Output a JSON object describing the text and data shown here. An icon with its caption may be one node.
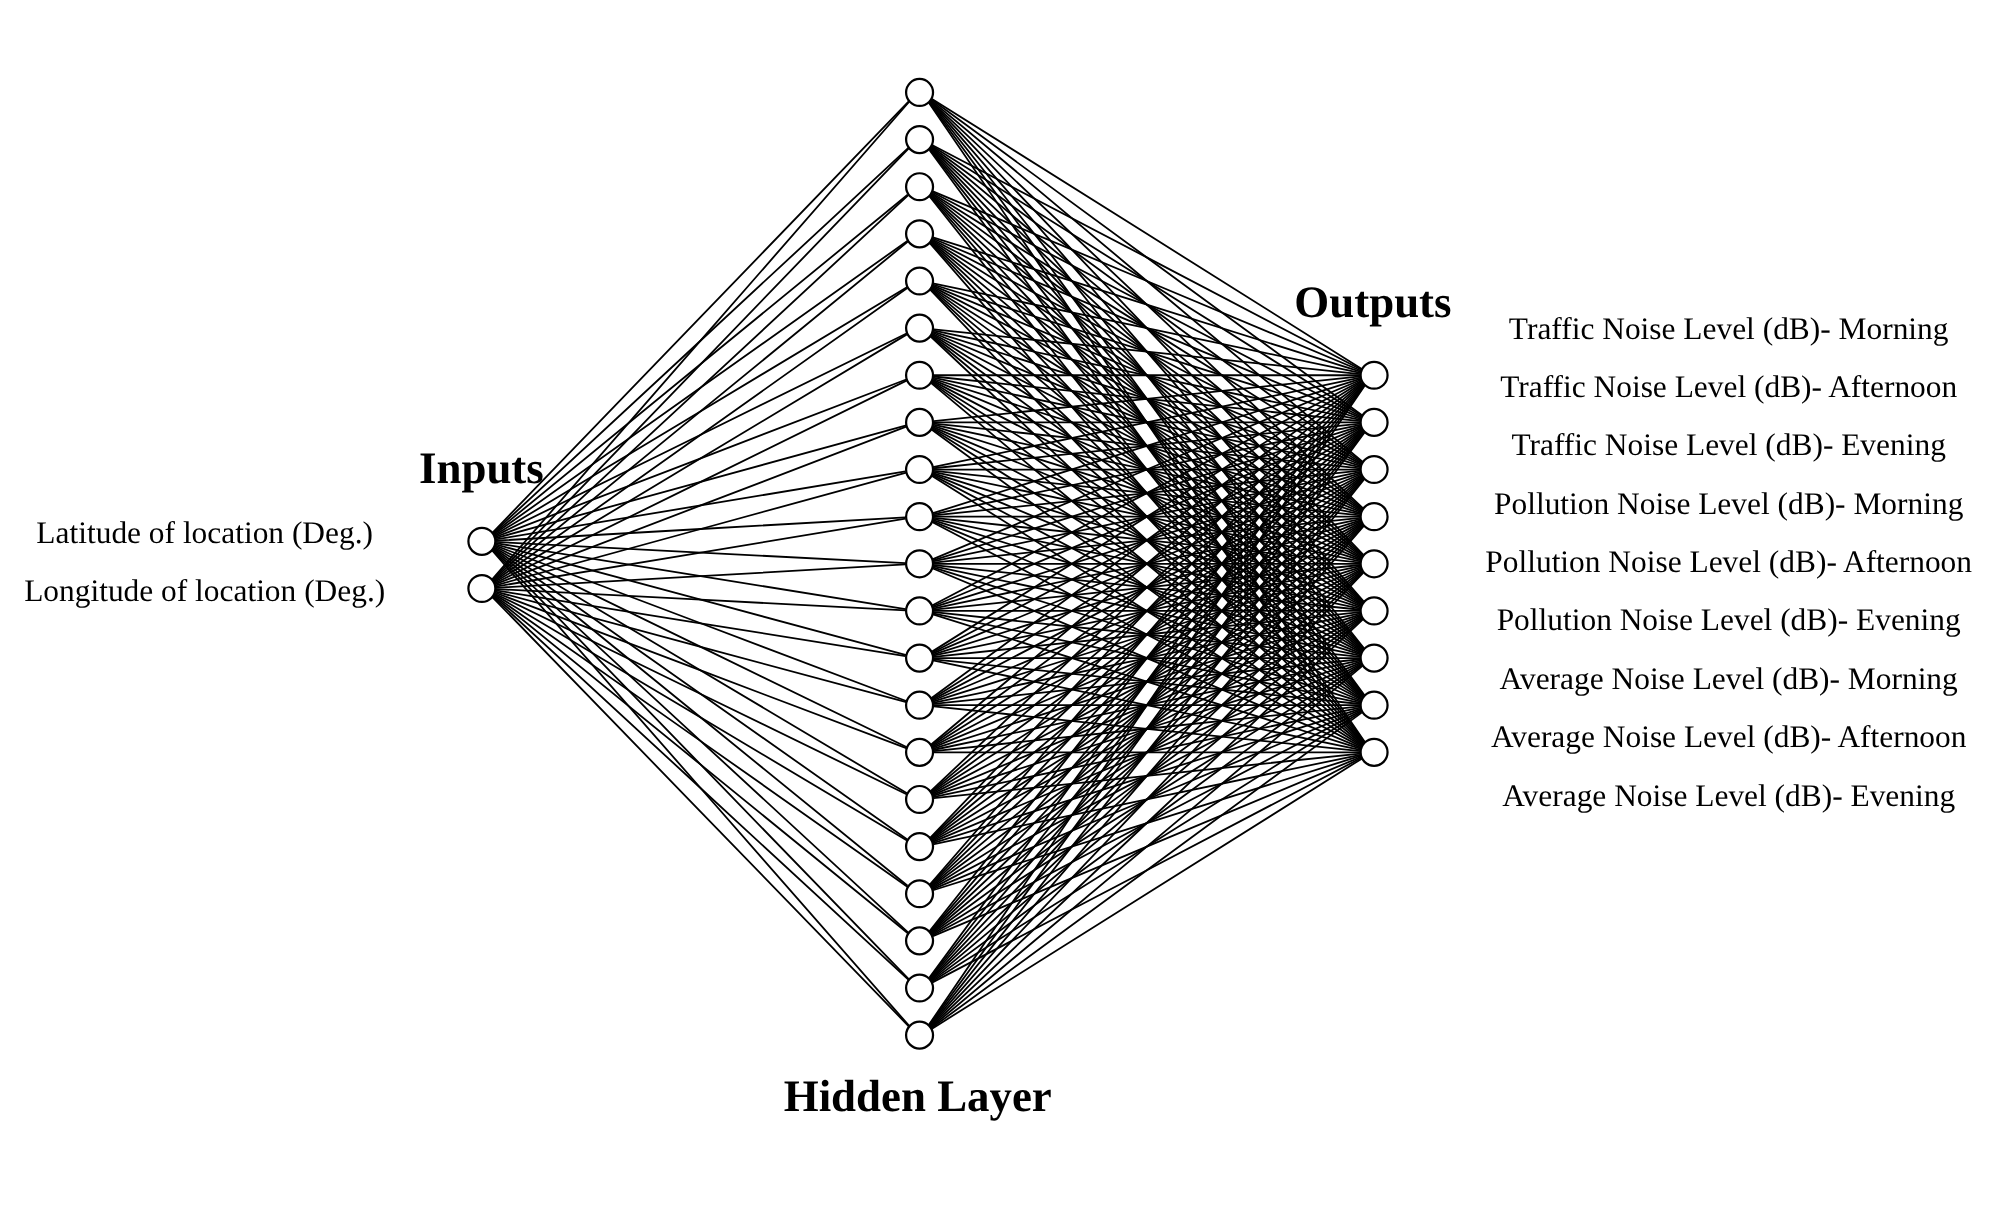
{
  "diagram": {
    "nodes": [
      {
        "text": [],
        "shape": "circle",
        "beside": [
          "Latitude of location (Deg.)"
        ]
      },
      {
        "text": [],
        "shape": "circle",
        "beside": [
          "Longitude of location (Deg.)"
        ]
      },
      {
        "text": [],
        "shape": "circle"
      },
      {
        "text": [],
        "shape": "circle"
      },
      {
        "text": [],
        "shape": "circle"
      },
      {
        "text": [],
        "shape": "circle"
      },
      {
        "text": [],
        "shape": "circle"
      },
      {
        "text": [],
        "shape": "circle"
      },
      {
        "text": [],
        "shape": "circle"
      },
      {
        "text": [],
        "shape": "circle"
      },
      {
        "text": [],
        "shape": "circle"
      },
      {
        "text": [],
        "shape": "circle"
      },
      {
        "text": [],
        "shape": "circle"
      },
      {
        "text": [],
        "shape": "circle"
      },
      {
        "text": [],
        "shape": "circle"
      },
      {
        "text": [],
        "shape": "circle"
      },
      {
        "text": [],
        "shape": "circle"
      },
      {
        "text": [],
        "shape": "circle"
      },
      {
        "text": [],
        "shape": "circle"
      },
      {
        "text": [],
        "shape": "circle"
      },
      {
        "text": [],
        "shape": "circle"
      },
      {
        "text": [],
        "shape": "circle"
      },
      {
        "text": [],
        "shape": "circle"
      },
      {
        "text": [],
        "shape": "circle",
        "beside": [
          "Traffic Noise Level (dB)- Morning"
        ]
      },
      {
        "text": [],
        "shape": "circle",
        "beside": [
          "Traffic Noise Level (dB)- Afternoon"
        ]
      },
      {
        "text": [],
        "shape": "circle",
        "beside": [
          "Traffic Noise Level (dB)- Evening"
        ]
      },
      {
        "text": [],
        "shape": "circle",
        "beside": [
          "Pollution Noise Level (dB)- Morning"
        ]
      },
      {
        "text": [],
        "shape": "circle",
        "beside": [
          "Pollution Noise Level (dB)- Afternoon"
        ]
      },
      {
        "text": [],
        "shape": "circle",
        "beside": [
          "Pollution Noise Level (dB)- Evening"
        ]
      },
      {
        "text": [],
        "shape": "circle",
        "beside": [
          "Average Noise Level (dB)- Morning"
        ]
      },
      {
        "text": [],
        "shape": "circle",
        "beside": [
          "Average Noise Level (dB)- Afternoon"
        ]
      },
      {
        "text": [],
        "shape": "circle",
        "beside": [
          "Average Noise Level (dB)- Evening"
        ]
      }
    ],
    "edges": [
      {
        "from": 0,
        "to": 2,
        "arrow": "none"
      },
      {
        "from": 0,
        "to": 3,
        "arrow": "none"
      },
      {
        "from": 0,
        "to": 4,
        "arrow": "none"
      },
      {
        "from": 0,
        "to": 5,
        "arrow": "none"
      },
      {
        "from": 0,
        "to": 6,
        "arrow": "none"
      },
      {
        "from": 0,
        "to": 7,
        "arrow": "none"
      },
      {
        "from": 0,
        "to": 8,
        "arrow": "none"
      },
      {
        "from": 0,
        "to": 9,
        "arrow": "none"
      },
      {
        "from": 0,
        "to": 10,
        "arrow": "none"
      },
      {
        "from": 0,
        "to": 11,
        "arrow": "none"
      },
      {
        "from": 0,
        "to": 12,
        "arrow": "none"
      },
      {
        "from": 0,
        "to": 13,
        "arrow": "none"
      },
      {
        "from": 0,
        "to": 14,
        "arrow": "none"
      },
      {
        "from": 0,
        "to": 15,
        "arrow": "none"
      },
      {
        "from": 0,
        "to": 16,
        "arrow": "none"
      },
      {
        "from": 0,
        "to": 17,
        "arrow": "none"
      },
      {
        "from": 0,
        "to": 18,
        "arrow": "none"
      },
      {
        "from": 0,
        "to": 19,
        "arrow": "none"
      },
      {
        "from": 0,
        "to": 20,
        "arrow": "none"
      },
      {
        "from": 0,
        "to": 21,
        "arrow": "none"
      },
      {
        "from": 0,
        "to": 22,
        "arrow": "none"
      },
      {
        "from": 1,
        "to": 2,
        "arrow": "none"
      },
      {
        "from": 1,
        "to": 3,
        "arrow": "none"
      },
      {
        "from": 1,
        "to": 4,
        "arrow": "none"
      },
      {
        "from": 1,
        "to": 5,
        "arrow": "none"
      },
      {
        "from": 1,
        "to": 6,
        "arrow": "none"
      },
      {
        "from": 1,
        "to": 7,
        "arrow": "none"
      },
      {
        "from": 1,
        "to": 8,
        "arrow": "none"
      },
      {
        "from": 1,
        "to": 9,
        "arrow": "none"
      },
      {
        "from": 1,
        "to": 10,
        "arrow": "none"
      },
      {
        "from": 1,
        "to": 11,
        "arrow": "none"
      },
      {
        "from": 1,
        "to": 12,
        "arrow": "none"
      },
      {
        "from": 1,
        "to": 13,
        "arrow": "none"
      },
      {
        "from": 1,
        "to": 14,
        "arrow": "none"
      },
      {
        "from": 1,
        "to": 15,
        "arrow": "none"
      },
      {
        "from": 1,
        "to": 16,
        "arrow": "none"
      },
      {
        "from": 1,
        "to": 17,
        "arrow": "none"
      },
      {
        "from": 1,
        "to": 18,
        "arrow": "none"
      },
      {
        "from": 1,
        "to": 19,
        "arrow": "none"
      },
      {
        "from": 1,
        "to": 20,
        "arrow": "none"
      },
      {
        "from": 1,
        "to": 21,
        "arrow": "none"
      },
      {
        "from": 1,
        "to": 22,
        "arrow": "none"
      },
      {
        "from": 2,
        "to": 23,
        "arrow": "none"
      },
      {
        "from": 2,
        "to": 24,
        "arrow": "none"
      },
      {
        "from": 2,
        "to": 25,
        "arrow": "none"
      },
      {
        "from": 2,
        "to": 26,
        "arrow": "none"
      },
      {
        "from": 2,
        "to": 27,
        "arrow": "none"
      },
      {
        "from": 2,
        "to": 28,
        "arrow": "none"
      },
      {
        "from": 2,
        "to": 29,
        "arrow": "none"
      },
      {
        "from": 2,
        "to": 30,
        "arrow": "none"
      },
      {
        "from": 2,
        "to": 31,
        "arrow": "none"
      },
      {
        "from": 3,
        "to": 23,
        "arrow": "none"
      },
      {
        "from": 3,
        "to": 24,
        "arrow": "none"
      },
      {
        "from": 3,
        "to": 25,
        "arrow": "none"
      },
      {
        "from": 3,
        "to": 26,
        "arrow": "none"
      },
      {
        "from": 3,
        "to": 27,
        "arrow": "none"
      },
      {
        "from": 3,
        "to": 28,
        "arrow": "none"
      },
      {
        "from": 3,
        "to": 29,
        "arrow": "none"
      },
      {
        "from": 3,
        "to": 30,
        "arrow": "none"
      },
      {
        "from": 3,
        "to": 31,
        "arrow": "none"
      },
      {
        "from": 4,
        "to": 23,
        "arrow": "none"
      },
      {
        "from": 4,
        "to": 24,
        "arrow": "none"
      },
      {
        "from": 4,
        "to": 25,
        "arrow": "none"
      },
      {
        "from": 4,
        "to": 26,
        "arrow": "none"
      },
      {
        "from": 4,
        "to": 27,
        "arrow": "none"
      },
      {
        "from": 4,
        "to": 28,
        "arrow": "none"
      },
      {
        "from": 4,
        "to": 29,
        "arrow": "none"
      },
      {
        "from": 4,
        "to": 30,
        "arrow": "none"
      },
      {
        "from": 4,
        "to": 31,
        "arrow": "none"
      },
      {
        "from": 5,
        "to": 23,
        "arrow": "none"
      },
      {
        "from": 5,
        "to": 24,
        "arrow": "none"
      },
      {
        "from": 5,
        "to": 25,
        "arrow": "none"
      },
      {
        "from": 5,
        "to": 26,
        "arrow": "none"
      },
      {
        "from": 5,
        "to": 27,
        "arrow": "none"
      },
      {
        "from": 5,
        "to": 28,
        "arrow": "none"
      },
      {
        "from": 5,
        "to": 29,
        "arrow": "none"
      },
      {
        "from": 5,
        "to": 30,
        "arrow": "none"
      },
      {
        "from": 5,
        "to": 31,
        "arrow": "none"
      },
      {
        "from": 6,
        "to": 23,
        "arrow": "none"
      },
      {
        "from": 6,
        "to": 24,
        "arrow": "none"
      },
      {
        "from": 6,
        "to": 25,
        "arrow": "none"
      },
      {
        "from": 6,
        "to": 26,
        "arrow": "none"
      },
      {
        "from": 6,
        "to": 27,
        "arrow": "none"
      },
      {
        "from": 6,
        "to": 28,
        "arrow": "none"
      },
      {
        "from": 6,
        "to": 29,
        "arrow": "none"
      },
      {
        "from": 6,
        "to": 30,
        "arrow": "none"
      },
      {
        "from": 6,
        "to": 31,
        "arrow": "none"
      },
      {
        "from": 7,
        "to": 23,
        "arrow": "none"
      },
      {
        "from": 7,
        "to": 24,
        "arrow": "none"
      },
      {
        "from": 7,
        "to": 25,
        "arrow": "none"
      },
      {
        "from": 7,
        "to": 26,
        "arrow": "none"
      },
      {
        "from": 7,
        "to": 27,
        "arrow": "none"
      },
      {
        "from": 7,
        "to": 28,
        "arrow": "none"
      },
      {
        "from": 7,
        "to": 29,
        "arrow": "none"
      },
      {
        "from": 7,
        "to": 30,
        "arrow": "none"
      },
      {
        "from": 7,
        "to": 31,
        "arrow": "none"
      },
      {
        "from": 8,
        "to": 23,
        "arrow": "none"
      },
      {
        "from": 8,
        "to": 24,
        "arrow": "none"
      },
      {
        "from": 8,
        "to": 25,
        "arrow": "none"
      },
      {
        "from": 8,
        "to": 26,
        "arrow": "none"
      },
      {
        "from": 8,
        "to": 27,
        "arrow": "none"
      },
      {
        "from": 8,
        "to": 28,
        "arrow": "none"
      },
      {
        "from": 8,
        "to": 29,
        "arrow": "none"
      },
      {
        "from": 8,
        "to": 30,
        "arrow": "none"
      },
      {
        "from": 8,
        "to": 31,
        "arrow": "none"
      },
      {
        "from": 9,
        "to": 23,
        "arrow": "none"
      },
      {
        "from": 9,
        "to": 24,
        "arrow": "none"
      },
      {
        "from": 9,
        "to": 25,
        "arrow": "none"
      },
      {
        "from": 9,
        "to": 26,
        "arrow": "none"
      },
      {
        "from": 9,
        "to": 27,
        "arrow": "none"
      },
      {
        "from": 9,
        "to": 28,
        "arrow": "none"
      },
      {
        "from": 9,
        "to": 29,
        "arrow": "none"
      },
      {
        "from": 9,
        "to": 30,
        "arrow": "none"
      },
      {
        "from": 9,
        "to": 31,
        "arrow": "none"
      },
      {
        "from": 10,
        "to": 23,
        "arrow": "none"
      },
      {
        "from": 10,
        "to": 24,
        "arrow": "none"
      },
      {
        "from": 10,
        "to": 25,
        "arrow": "none"
      },
      {
        "from": 10,
        "to": 26,
        "arrow": "none"
      },
      {
        "from": 10,
        "to": 27,
        "arrow": "none"
      },
      {
        "from": 10,
        "to": 28,
        "arrow": "none"
      },
      {
        "from": 10,
        "to": 29,
        "arrow": "none"
      },
      {
        "from": 10,
        "to": 30,
        "arrow": "none"
      },
      {
        "from": 10,
        "to": 31,
        "arrow": "none"
      },
      {
        "from": 11,
        "to": 23,
        "arrow": "none"
      },
      {
        "from": 11,
        "to": 24,
        "arrow": "none"
      },
      {
        "from": 11,
        "to": 25,
        "arrow": "none"
      },
      {
        "from": 11,
        "to": 26,
        "arrow": "none"
      },
      {
        "from": 11,
        "to": 27,
        "arrow": "none"
      },
      {
        "from": 11,
        "to": 28,
        "arrow": "none"
      },
      {
        "from": 11,
        "to": 29,
        "arrow": "none"
      },
      {
        "from": 11,
        "to": 30,
        "arrow": "none"
      },
      {
        "from": 11,
        "to": 31,
        "arrow": "none"
      },
      {
        "from": 12,
        "to": 23,
        "arrow": "none"
      },
      {
        "from": 12,
        "to": 24,
        "arrow": "none"
      },
      {
        "from": 12,
        "to": 25,
        "arrow": "none"
      },
      {
        "from": 12,
        "to": 26,
        "arrow": "none"
      },
      {
        "from": 12,
        "to": 27,
        "arrow": "none"
      },
      {
        "from": 12,
        "to": 28,
        "arrow": "none"
      },
      {
        "from": 12,
        "to": 29,
        "arrow": "none"
      },
      {
        "from": 12,
        "to": 30,
        "arrow": "none"
      },
      {
        "from": 12,
        "to": 31,
        "arrow": "none"
      },
      {
        "from": 13,
        "to": 23,
        "arrow": "none"
      },
      {
        "from": 13,
        "to": 24,
        "arrow": "none"
      },
      {
        "from": 13,
        "to": 25,
        "arrow": "none"
      },
      {
        "from": 13,
        "to": 26,
        "arrow": "none"
      },
      {
        "from": 13,
        "to": 27,
        "arrow": "none"
      },
      {
        "from": 13,
        "to": 28,
        "arrow": "none"
      },
      {
        "from": 13,
        "to": 29,
        "arrow": "none"
      },
      {
        "from": 13,
        "to": 30,
        "arrow": "none"
      },
      {
        "from": 13,
        "to": 31,
        "arrow": "none"
      },
      {
        "from": 14,
        "to": 23,
        "arrow": "none"
      },
      {
        "from": 14,
        "to": 24,
        "arrow": "none"
      },
      {
        "from": 14,
        "to": 25,
        "arrow": "none"
      },
      {
        "from": 14,
        "to": 26,
        "arrow": "none"
      },
      {
        "from": 14,
        "to": 27,
        "arrow": "none"
      },
      {
        "from": 14,
        "to": 28,
        "arrow": "none"
      },
      {
        "from": 14,
        "to": 29,
        "arrow": "none"
      },
      {
        "from": 14,
        "to": 30,
        "arrow": "none"
      },
      {
        "from": 14,
        "to": 31,
        "arrow": "none"
      },
      {
        "from": 15,
        "to": 23,
        "arrow": "none"
      },
      {
        "from": 15,
        "to": 24,
        "arrow": "none"
      },
      {
        "from": 15,
        "to": 25,
        "arrow": "none"
      },
      {
        "from": 15,
        "to": 26,
        "arrow": "none"
      },
      {
        "from": 15,
        "to": 27,
        "arrow": "none"
      },
      {
        "from": 15,
        "to": 28,
        "arrow": "none"
      },
      {
        "from": 15,
        "to": 29,
        "arrow": "none"
      },
      {
        "from": 15,
        "to": 30,
        "arrow": "none"
      },
      {
        "from": 15,
        "to": 31,
        "arrow": "none"
      },
      {
        "from": 16,
        "to": 23,
        "arrow": "none"
      },
      {
        "from": 16,
        "to": 24,
        "arrow": "none"
      },
      {
        "from": 16,
        "to": 25,
        "arrow": "none"
      },
      {
        "from": 16,
        "to": 26,
        "arrow": "none"
      },
      {
        "from": 16,
        "to": 27,
        "arrow": "none"
      },
      {
        "from": 16,
        "to": 28,
        "arrow": "none"
      },
      {
        "from": 16,
        "to": 29,
        "arrow": "none"
      },
      {
        "from": 16,
        "to": 30,
        "arrow": "none"
      },
      {
        "from": 16,
        "to": 31,
        "arrow": "none"
      },
      {
        "from": 17,
        "to": 23,
        "arrow": "none"
      },
      {
        "from": 17,
        "to": 24,
        "arrow": "none"
      },
      {
        "from": 17,
        "to": 25,
        "arrow": "none"
      },
      {
        "from": 17,
        "to": 26,
        "arrow": "none"
      },
      {
        "from": 17,
        "to": 27,
        "arrow": "none"
      },
      {
        "from": 17,
        "to": 28,
        "arrow": "none"
      },
      {
        "from": 17,
        "to": 29,
        "arrow": "none"
      },
      {
        "from": 17,
        "to": 30,
        "arrow": "none"
      },
      {
        "from": 17,
        "to": 31,
        "arrow": "none"
      },
      {
        "from": 18,
        "to": 23,
        "arrow": "none"
      },
      {
        "from": 18,
        "to": 24,
        "arrow": "none"
      },
      {
        "from": 18,
        "to": 25,
        "arrow": "none"
      },
      {
        "from": 18,
        "to": 26,
        "arrow": "none"
      },
      {
        "from": 18,
        "to": 27,
        "arrow": "none"
      },
      {
        "from": 18,
        "to": 28,
        "arrow": "none"
      },
      {
        "from": 18,
        "to": 29,
        "arrow": "none"
      },
      {
        "from": 18,
        "to": 30,
        "arrow": "none"
      },
      {
        "from": 18,
        "to": 31,
        "arrow": "none"
      },
      {
        "from": 19,
        "to": 23,
        "arrow": "none"
      },
      {
        "from": 19,
        "to": 24,
        "arrow": "none"
      },
      {
        "from": 19,
        "to": 25,
        "arrow": "none"
      },
      {
        "from": 19,
        "to": 26,
        "arrow": "none"
      },
      {
        "from": 19,
        "to": 27,
        "arrow": "none"
      },
      {
        "from": 19,
        "to": 28,
        "arrow": "none"
      },
      {
        "from": 19,
        "to": 29,
        "arrow": "none"
      },
      {
        "from": 19,
        "to": 30,
        "arrow": "none"
      },
      {
        "from": 19,
        "to": 31,
        "arrow": "none"
      },
      {
        "from": 20,
        "to": 23,
        "arrow": "none"
      },
      {
        "from": 20,
        "to": 24,
        "arrow": "none"
      },
      {
        "from": 20,
        "to": 25,
        "arrow": "none"
      },
      {
        "from": 20,
        "to": 26,
        "arrow": "none"
      },
      {
        "from": 20,
        "to": 27,
        "arrow": "none"
      },
      {
        "from": 20,
        "to": 28,
        "arrow": "none"
      },
      {
        "from": 20,
        "to": 29,
        "arrow": "none"
      },
      {
        "from": 20,
        "to": 30,
        "arrow": "none"
      },
      {
        "from": 20,
        "to": 31,
        "arrow": "none"
      },
      {
        "from": 21,
        "to": 23,
        "arrow": "none"
      },
      {
        "from": 21,
        "to": 24,
        "arrow": "none"
      },
      {
        "from": 21,
        "to": 25,
        "arrow": "none"
      },
      {
        "from": 21,
        "to": 26,
        "arrow": "none"
      },
      {
        "from": 21,
        "to": 27,
        "arrow": "none"
      },
      {
        "from": 21,
        "to": 28,
        "arrow": "none"
      },
      {
        "from": 21,
        "to": 29,
        "arrow": "none"
      },
      {
        "from": 21,
        "to": 30,
        "arrow": "none"
      },
      {
        "from": 21,
        "to": 31,
        "arrow": "none"
      },
      {
        "from": 22,
        "to": 23,
        "arrow": "none"
      },
      {
        "from": 22,
        "to": 24,
        "arrow": "none"
      },
      {
        "from": 22,
        "to": 25,
        "arrow": "none"
      },
      {
        "from": 22,
        "to": 26,
        "arrow": "none"
      },
      {
        "from": 22,
        "to": 27,
        "arrow": "none"
      },
      {
        "from": 22,
        "to": 28,
        "arrow": "none"
      },
      {
        "from": 22,
        "to": 29,
        "arrow": "none"
      },
      {
        "from": 22,
        "to": 30,
        "arrow": "none"
      },
      {
        "from": 22,
        "to": 31,
        "arrow": "none"
      }
    ],
    "labels": [
      "Inputs",
      "Outputs",
      "Hidden Layer"
    ]
  }
}
